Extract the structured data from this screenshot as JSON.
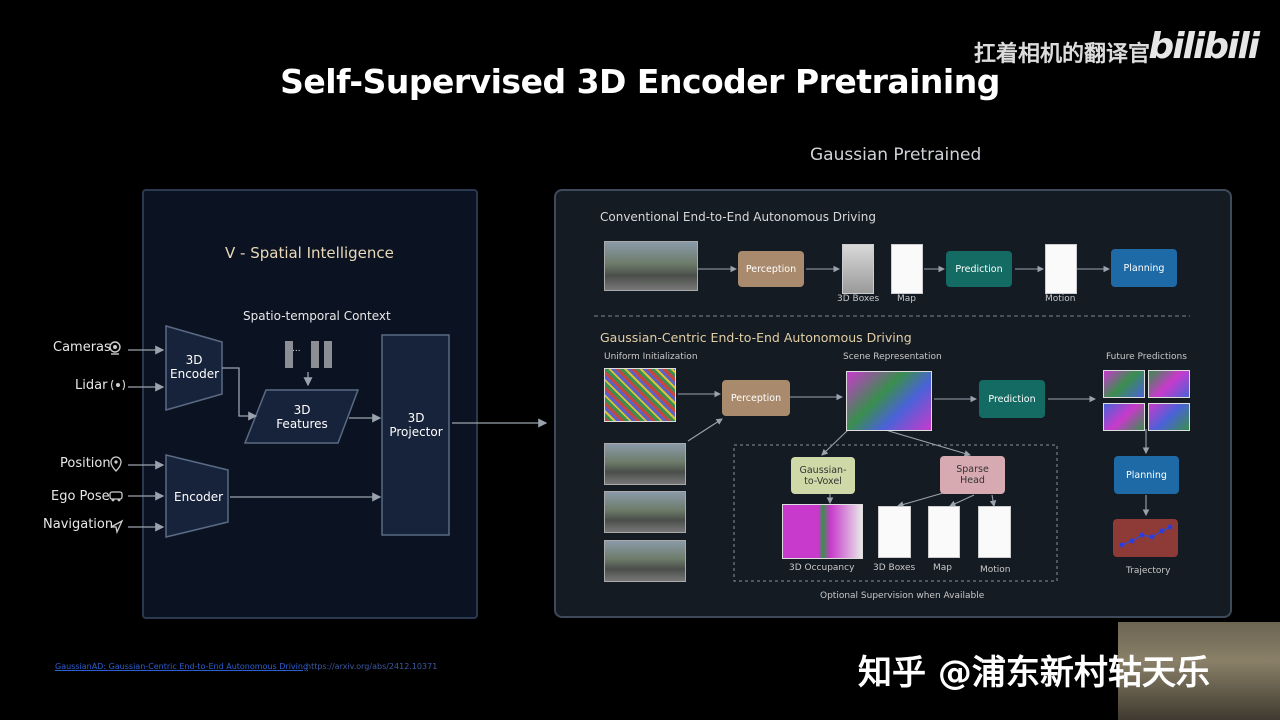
{
  "slide": {
    "title": "Self-Supervised 3D Encoder Pretraining",
    "watermark": "扛着相机的翻译官",
    "bili_logo": "bilibili",
    "right_heading": "Gaussian Pretrained"
  },
  "left": {
    "panel_title": "V - Spatial Intelligence",
    "inputs_top": [
      "Cameras",
      "Lidar"
    ],
    "inputs_bottom": [
      "Position",
      "Ego Pose",
      "Navigation"
    ],
    "encoder_3d": [
      "3D",
      "Encoder"
    ],
    "encoder": "Encoder",
    "context_label": "Spatio-temporal Context",
    "dots": "...",
    "features": [
      "3D",
      "Features"
    ],
    "projector": [
      "3D",
      "Projector"
    ]
  },
  "conventional": {
    "title": "Conventional End-to-End Autonomous Driving",
    "perception": "Perception",
    "boxes": "3D Boxes",
    "map": "Map",
    "prediction": "Prediction",
    "motion": "Motion",
    "planning": "Planning"
  },
  "gaussian": {
    "title": "Gaussian-Centric End-to-End Autonomous Driving",
    "uniform_init": "Uniform Initialization",
    "scene_rep": "Scene Representation",
    "future_pred": "Future Predictions",
    "perception": "Perception",
    "prediction": "Prediction",
    "planning": "Planning",
    "trajectory": "Trajectory",
    "g2v": [
      "Gaussian-",
      "to-Voxel"
    ],
    "sparse_head": [
      "Sparse",
      "Head"
    ],
    "occupancy": "3D Occupancy",
    "boxes": "3D Boxes",
    "map": "Map",
    "motion": "Motion",
    "optional": "Optional Supervision when Available"
  },
  "footer": {
    "link_text": "GaussianAD: Gaussian-Centric End-to-End Autonomous Driving",
    "link_url": "https://arxiv.org/abs/2412.10371",
    "zhihu": "知乎 @浦东新村轱天乐"
  },
  "colors": {
    "perception": "#a98a6c",
    "prediction": "#136b63",
    "planning": "#1d6aa6",
    "g2v": "#cfd9a8",
    "sparse": "#d6aab0",
    "trajectory": "#8e3a36"
  }
}
